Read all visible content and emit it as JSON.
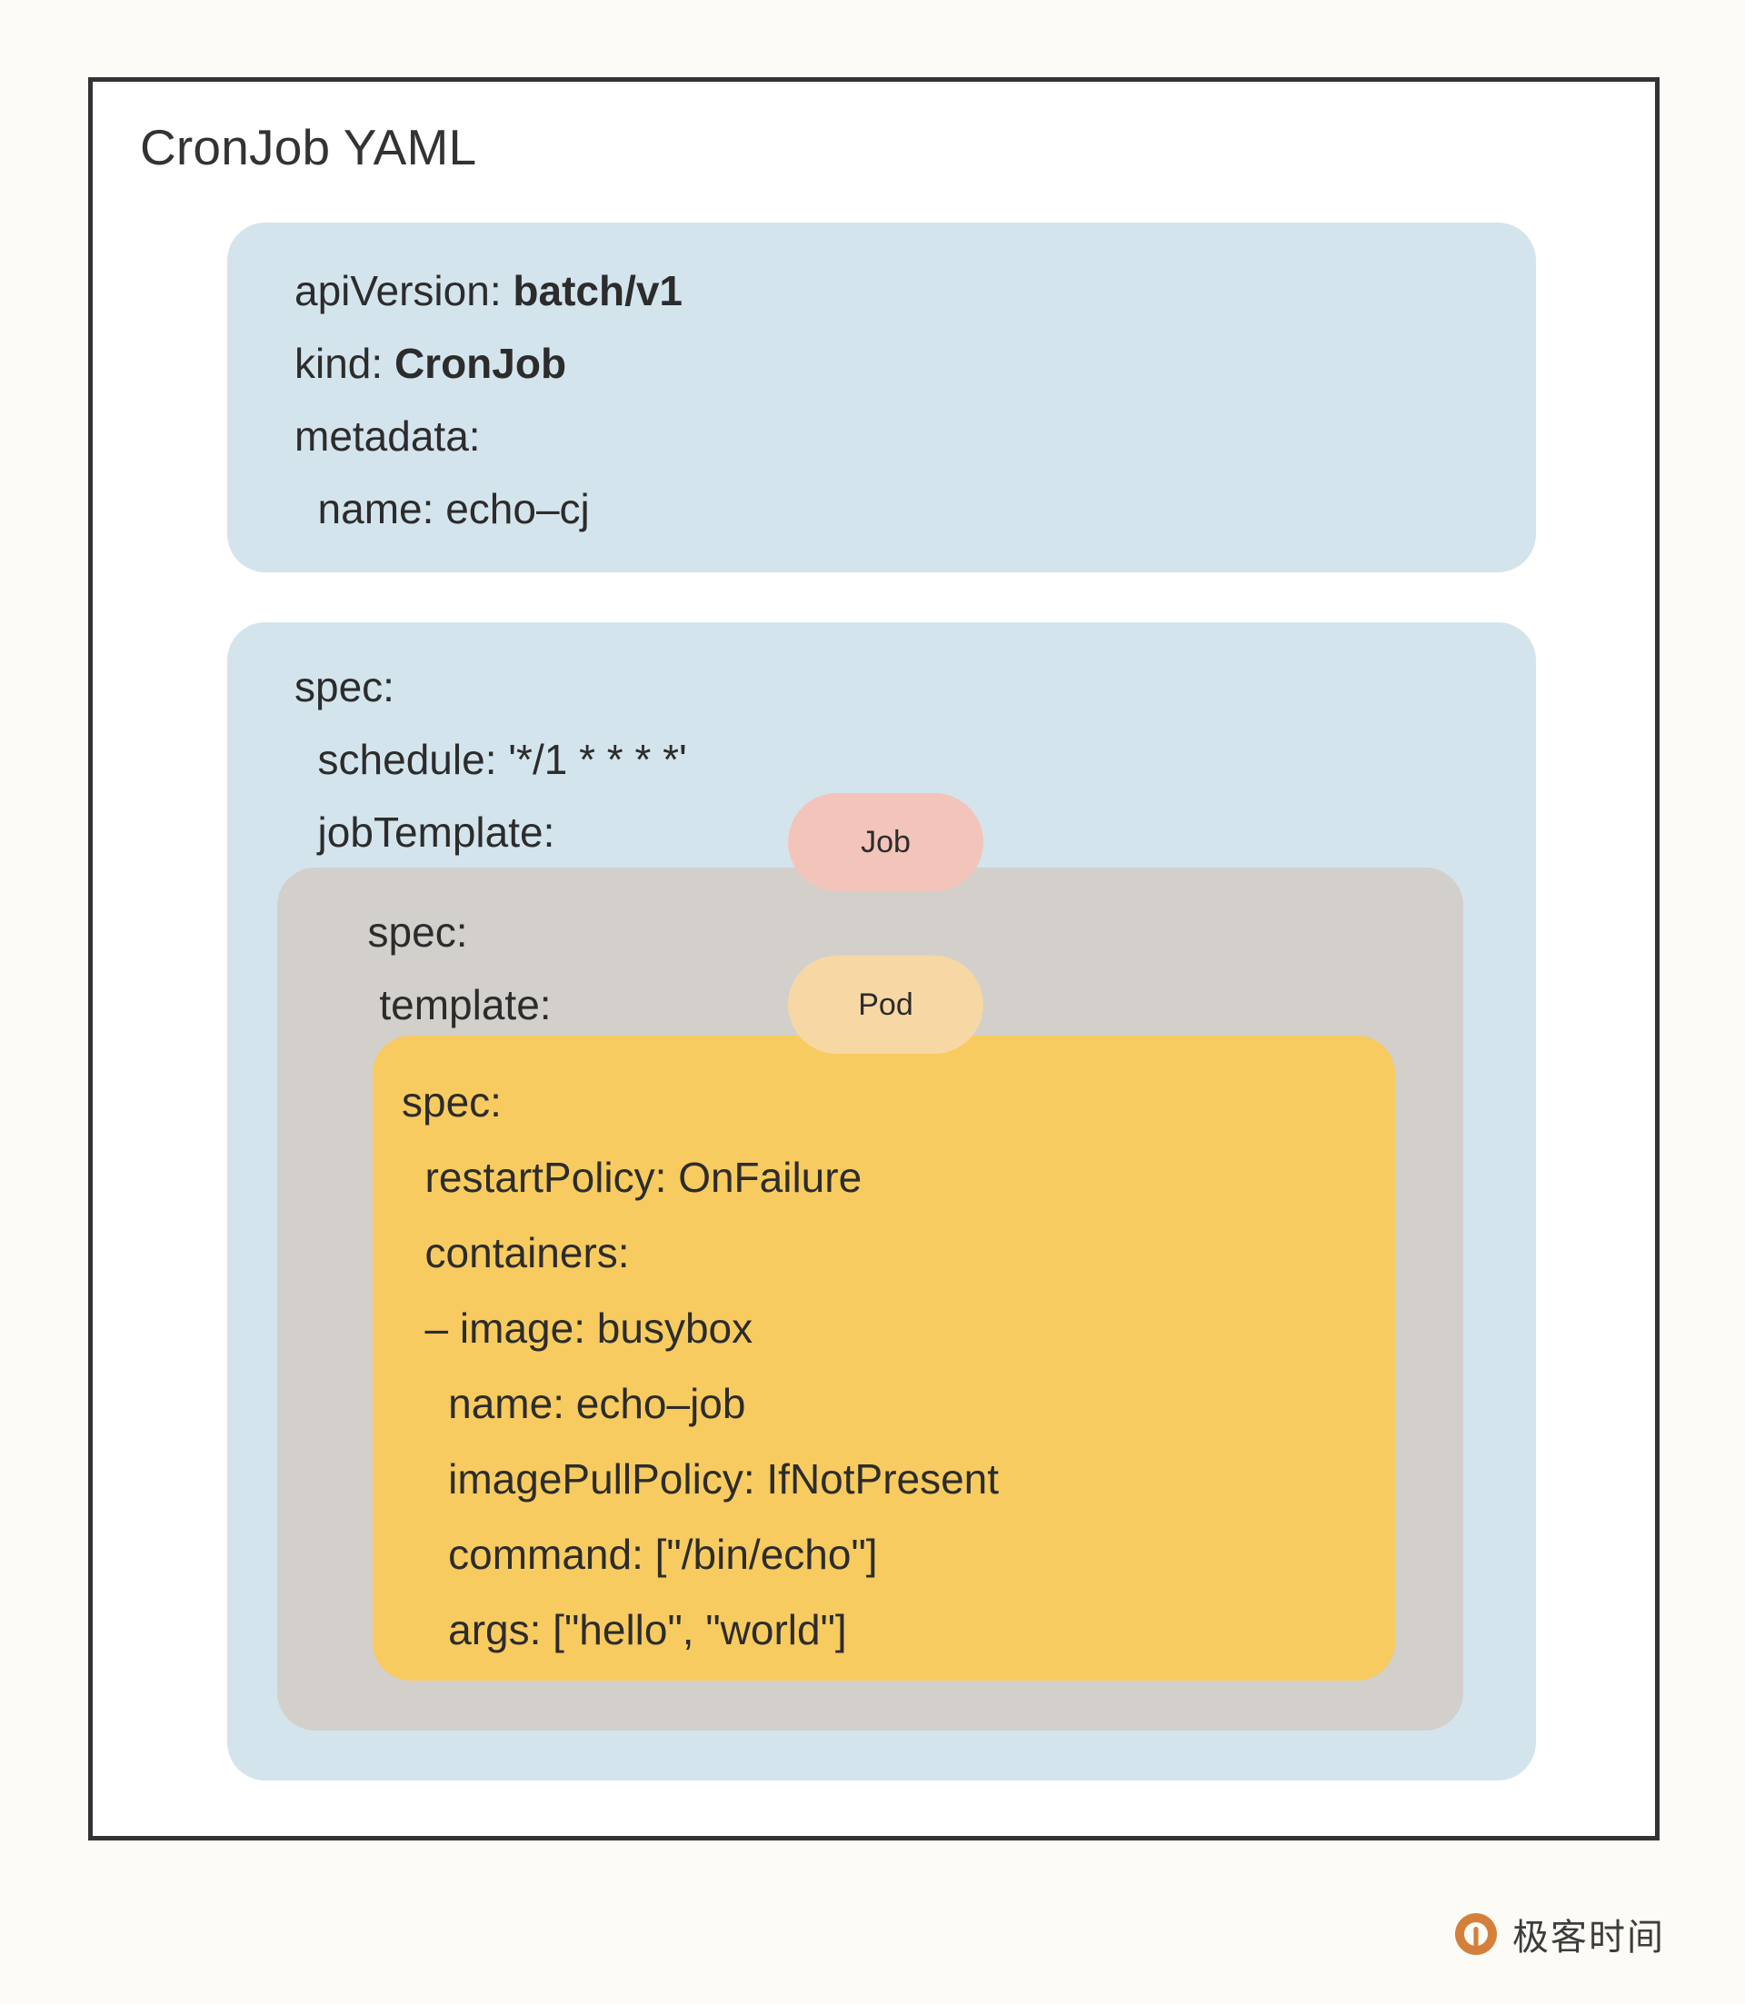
{
  "page": {
    "background_color": "#fdfbf5",
    "card_background": "#ffffff",
    "card_border_color": "#333333"
  },
  "title": "CronJob YAML",
  "colors": {
    "blue_box": "#d4e4ec",
    "gray_box": "#d3cfcb",
    "yellow_box": "#f7cb5f",
    "job_pill": "#f3c5ba",
    "pod_pill": "#f7d8a5",
    "text": "#2c2c2c",
    "logo_orange": "#d4803c"
  },
  "boxes": {
    "metadata": {
      "name": "metadata-block",
      "color": "#d4e4ec",
      "lines": [
        {
          "key": "apiVersion: ",
          "value": "batch/v1",
          "bold_value": true
        },
        {
          "key": "kind: ",
          "value": "CronJob",
          "bold_value": true
        },
        {
          "key": "metadata:",
          "value": "",
          "bold_value": false
        },
        {
          "key": "  name: echo–cj",
          "value": "",
          "bold_value": false
        }
      ]
    },
    "spec": {
      "name": "spec-block",
      "color": "#d4e4ec",
      "lines": [
        {
          "key": "spec:",
          "value": "",
          "bold_value": false
        },
        {
          "key": "  schedule: '*/1 * * * *'",
          "value": "",
          "bold_value": false
        },
        {
          "key": "  jobTemplate:",
          "value": "",
          "bold_value": false
        }
      ]
    },
    "jobTemplate": {
      "name": "job-template-block",
      "color": "#d3cfcb",
      "lines": [
        {
          "key": "  spec:",
          "value": "",
          "bold_value": false
        },
        {
          "key": "   template:",
          "value": "",
          "bold_value": false
        }
      ]
    },
    "podSpec": {
      "name": "pod-spec-block",
      "color": "#f7cb5f",
      "lines": [
        {
          "key": "spec:",
          "value": "",
          "bold_value": false
        },
        {
          "key": "  restartPolicy: OnFailure",
          "value": "",
          "bold_value": false
        },
        {
          "key": "  containers:",
          "value": "",
          "bold_value": false
        },
        {
          "key": "  – image: busybox",
          "value": "",
          "bold_value": false
        },
        {
          "key": "    name: echo–job",
          "value": "",
          "bold_value": false
        },
        {
          "key": "    imagePullPolicy: IfNotPresent",
          "value": "",
          "bold_value": false
        },
        {
          "key": "    command: [\"/bin/echo\"]",
          "value": "",
          "bold_value": false
        },
        {
          "key": "    args: [\"hello\", \"world\"]",
          "value": "",
          "bold_value": false
        }
      ]
    }
  },
  "pills": {
    "job": "Job",
    "pod": "Pod"
  },
  "watermark": {
    "text": "极客时间",
    "logo_icon": "geektime-logo-icon"
  }
}
